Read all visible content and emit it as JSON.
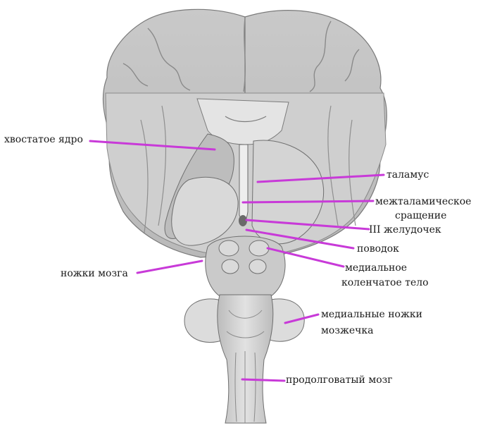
{
  "labels": {
    "caudate_nucleus": "хвостатое ядро",
    "thalamus": "таламус",
    "interthalamic_adhesion_line1": "межталамическое",
    "interthalamic_adhesion_line2": "сращение",
    "third_ventricle": "III желудочек",
    "habenula": "поводок",
    "cerebral_peduncles": "ножки мозга",
    "medial_geniculate_line1": "медиальное",
    "medial_geniculate_line2": "коленчатое тело",
    "cerebellar_peduncles_line1": "медиальные ножки",
    "cerebellar_peduncles_line2": "мозжечка",
    "medulla": "продолговатый мозг"
  },
  "colors": {
    "leader_line": "#c83ad8",
    "text": "#1a1a1a",
    "tissue_light": "#d6d6d6",
    "tissue_mid": "#b5b5b5",
    "tissue_dark": "#8c8c8c",
    "background": "#ffffff"
  }
}
